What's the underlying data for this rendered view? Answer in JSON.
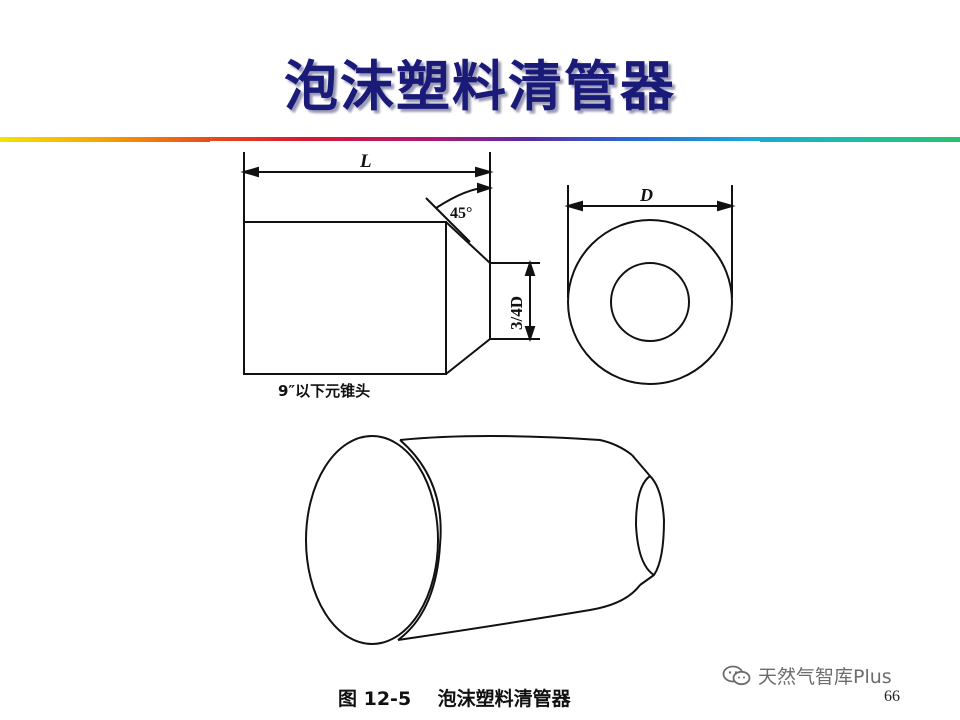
{
  "slide": {
    "title": "泡沫塑料清管器",
    "page_number": "66"
  },
  "figure": {
    "caption": "图 12-5    泡沫塑料清管器",
    "sublabel": "9″以下元锥头",
    "dim_length": "L",
    "dim_angle": "45°",
    "dim_nose": "3/4D",
    "dim_diameter": "D"
  },
  "watermark": {
    "text": "天然气智库Plus",
    "icon": "wechat-icon"
  }
}
